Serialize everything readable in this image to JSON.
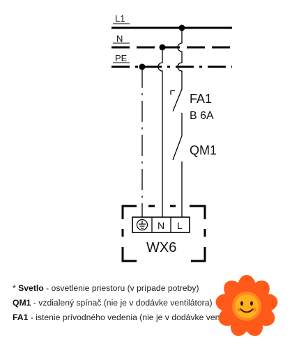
{
  "diagram": {
    "conductors": {
      "l1": "L1",
      "n": "N",
      "pe": "PE"
    },
    "breaker": {
      "name": "FA1",
      "rating": "B 6A"
    },
    "switch": {
      "name": "QM1"
    },
    "terminal_block": {
      "name": "WX6",
      "terminals": [
        "N",
        "L"
      ],
      "earth_terminal_icon": "earth-ground-icon"
    }
  },
  "legend": [
    {
      "prefix": "* ",
      "term": "Svetlo",
      "text": " - osvetlenie priestoru (v prípade potreby)"
    },
    {
      "prefix": "",
      "term": "QM1",
      "text": " - vzdialený spínač (nie je v dodávke ventilátora)"
    },
    {
      "prefix": "",
      "term": "FA1",
      "text": " - istenie prívodného vedenia (nie je v dodávke ventilátora)"
    }
  ],
  "decoration": {
    "icon": "smiling-flower-icon",
    "petal_color": "#ff5a1a",
    "center_color": "#ffb21e"
  }
}
